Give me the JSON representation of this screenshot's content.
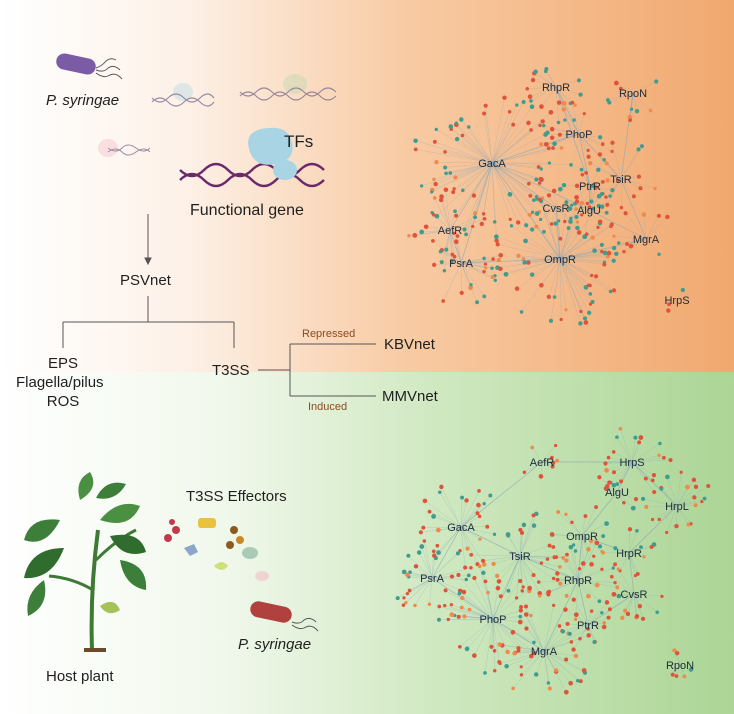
{
  "colors": {
    "top_bg": "#f3b07a",
    "bottom_bg": "#b5dba0",
    "red_node": "#e0533a",
    "teal_node": "#3e9d8f",
    "orange_node": "#f08a4b",
    "edge": "#8aa8b8"
  },
  "top_panel": {
    "organism": "P. syringae",
    "tfs_label": "TFs",
    "functional_gene": "Functional gene",
    "network_name": "PSVnet",
    "branch_left": [
      "EPS",
      "Flagella/pilus",
      "ROS"
    ],
    "branch_t3ss": "T3SS",
    "repressed": "Repressed",
    "induced": "Induced",
    "kbv": "KBVnet",
    "mmv": "MMVnet",
    "network_nodes": [
      "RhpR",
      "RpoN",
      "PhoP",
      "GacA",
      "PtrR",
      "TsiR",
      "CvsR",
      "AlgU",
      "AefR",
      "MgrA",
      "OmpR",
      "PsrA",
      "HrpS"
    ]
  },
  "bottom_panel": {
    "effectors": "T3SS Effectors",
    "organism": "P. syringae",
    "host": "Host plant",
    "network_nodes": [
      "AefR",
      "HrpS",
      "AlgU",
      "HrpL",
      "GacA",
      "OmpR",
      "HrpR",
      "TsiR",
      "PsrA",
      "RhpR",
      "CvsR",
      "PhoP",
      "PtrR",
      "MgrA",
      "RpoN"
    ]
  }
}
